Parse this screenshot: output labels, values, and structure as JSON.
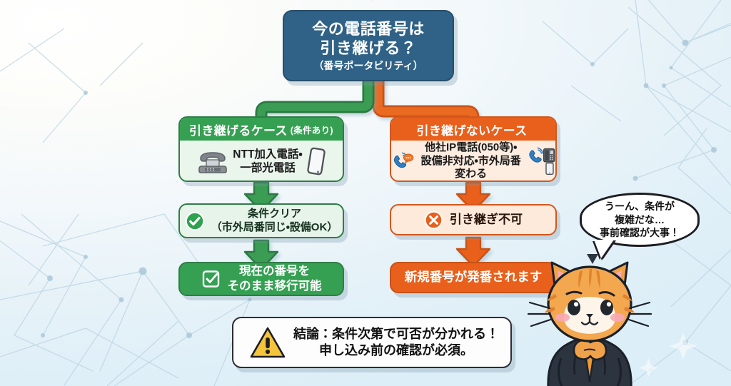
{
  "title": "電話番号の引き継ぎ判定フローチャート",
  "colors": {
    "root_fill": "#2f6286",
    "green": "#36a052",
    "green_dark": "#2f7d46",
    "green_light": "#eaf5ec",
    "orange": "#e8601c",
    "orange_dark": "#d2571c",
    "orange_light": "#fdece0",
    "warning_yellow": "#f5c43d",
    "background": "#eaf4fa"
  },
  "root": {
    "line1": "今の電話番号は",
    "line2": "引き継げる？",
    "line3": "（番号ポータビリティ）"
  },
  "branches": [
    {
      "side": "left",
      "header_label": "引き継げるケース",
      "header_sub": "(条件あり)",
      "icons_left": [
        "desk-telephone-icon"
      ],
      "icons_right": [
        "smartphone-icon"
      ],
      "body_line1": "NTT加入電話・",
      "body_line2": "一部光電話",
      "result_icon": "check-circle-icon",
      "result_line1": "条件クリア",
      "result_line2": "（市外局番同じ・設備OK）",
      "final_icon": "checkbox-icon",
      "final_line1": "現在の番号を",
      "final_line2": "そのまま移行可能"
    },
    {
      "side": "right",
      "header_label": "引き継げないケース",
      "header_sub": "",
      "icons_left": [
        "phone-waves-icon",
        "speech-bubble-icon"
      ],
      "icons_right": [
        "phone-waves-icon",
        "desk-phone-icon",
        "smartphone-icon"
      ],
      "body_line1": "他社IP電話(050等)・",
      "body_line2": "設備非対応・市外局番変わる",
      "result_icon": "x-circle-icon",
      "result_line1": "引き継ぎ不可",
      "result_line2": "",
      "final_icon": "",
      "final_line1": "新規番号が発番されます",
      "final_line2": ""
    }
  ],
  "conclusion": {
    "icon": "warning-triangle-icon",
    "line1": "結論：条件次第で可否が分かれる！",
    "line2": "申し込み前の確認が必須。"
  },
  "speech_bubble": {
    "line1": "うーん、条件が",
    "line2": "複雑だな…",
    "line3": "事前確認が大事！"
  },
  "mascot": {
    "name": "cat-mascot",
    "description": "オレンジのトラ猫（スーツ姿・考えるポーズ）"
  }
}
